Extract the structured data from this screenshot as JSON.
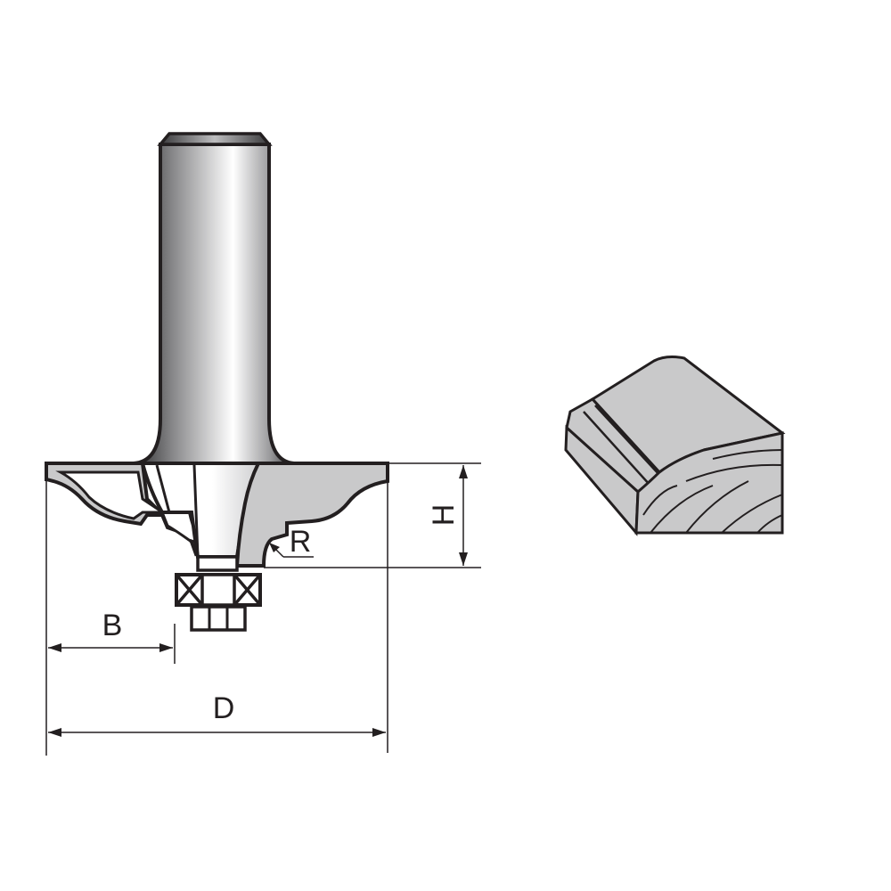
{
  "dimensions": {
    "H": "H",
    "R": "R",
    "B": "B",
    "D": "D"
  },
  "colors": {
    "outline": "#231f20",
    "body_fill": "#c9c9ca",
    "shank_dark": "#3a3a3c",
    "shank_light": "#ffffff",
    "background": "#ffffff"
  },
  "icons": {
    "bearing": "bearing-icon",
    "nut": "nut-icon"
  }
}
